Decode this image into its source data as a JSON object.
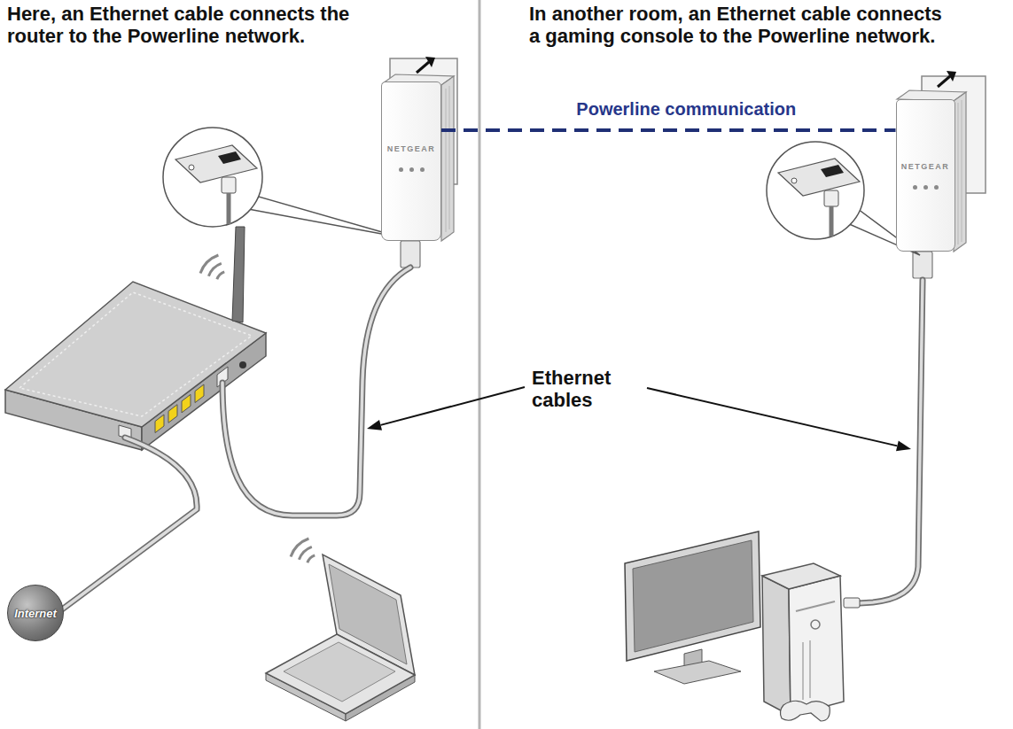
{
  "diagram": {
    "nodes": [
      {
        "text": [
          "NETGEAR"
        ]
      },
      {
        "text": [
          "NETGEAR"
        ]
      },
      {
        "text": [
          "Internet"
        ]
      }
    ],
    "edges": [
      {
        "from": 0,
        "to": 1,
        "arrow": "none",
        "label": "Powerline communication"
      }
    ],
    "labels": [
      "Here, an Ethernet cable connects the router to the Powerline network.",
      "In another room, an Ethernet cable connects a gaming console to the Powerline network.",
      "Ethernet cables"
    ]
  }
}
